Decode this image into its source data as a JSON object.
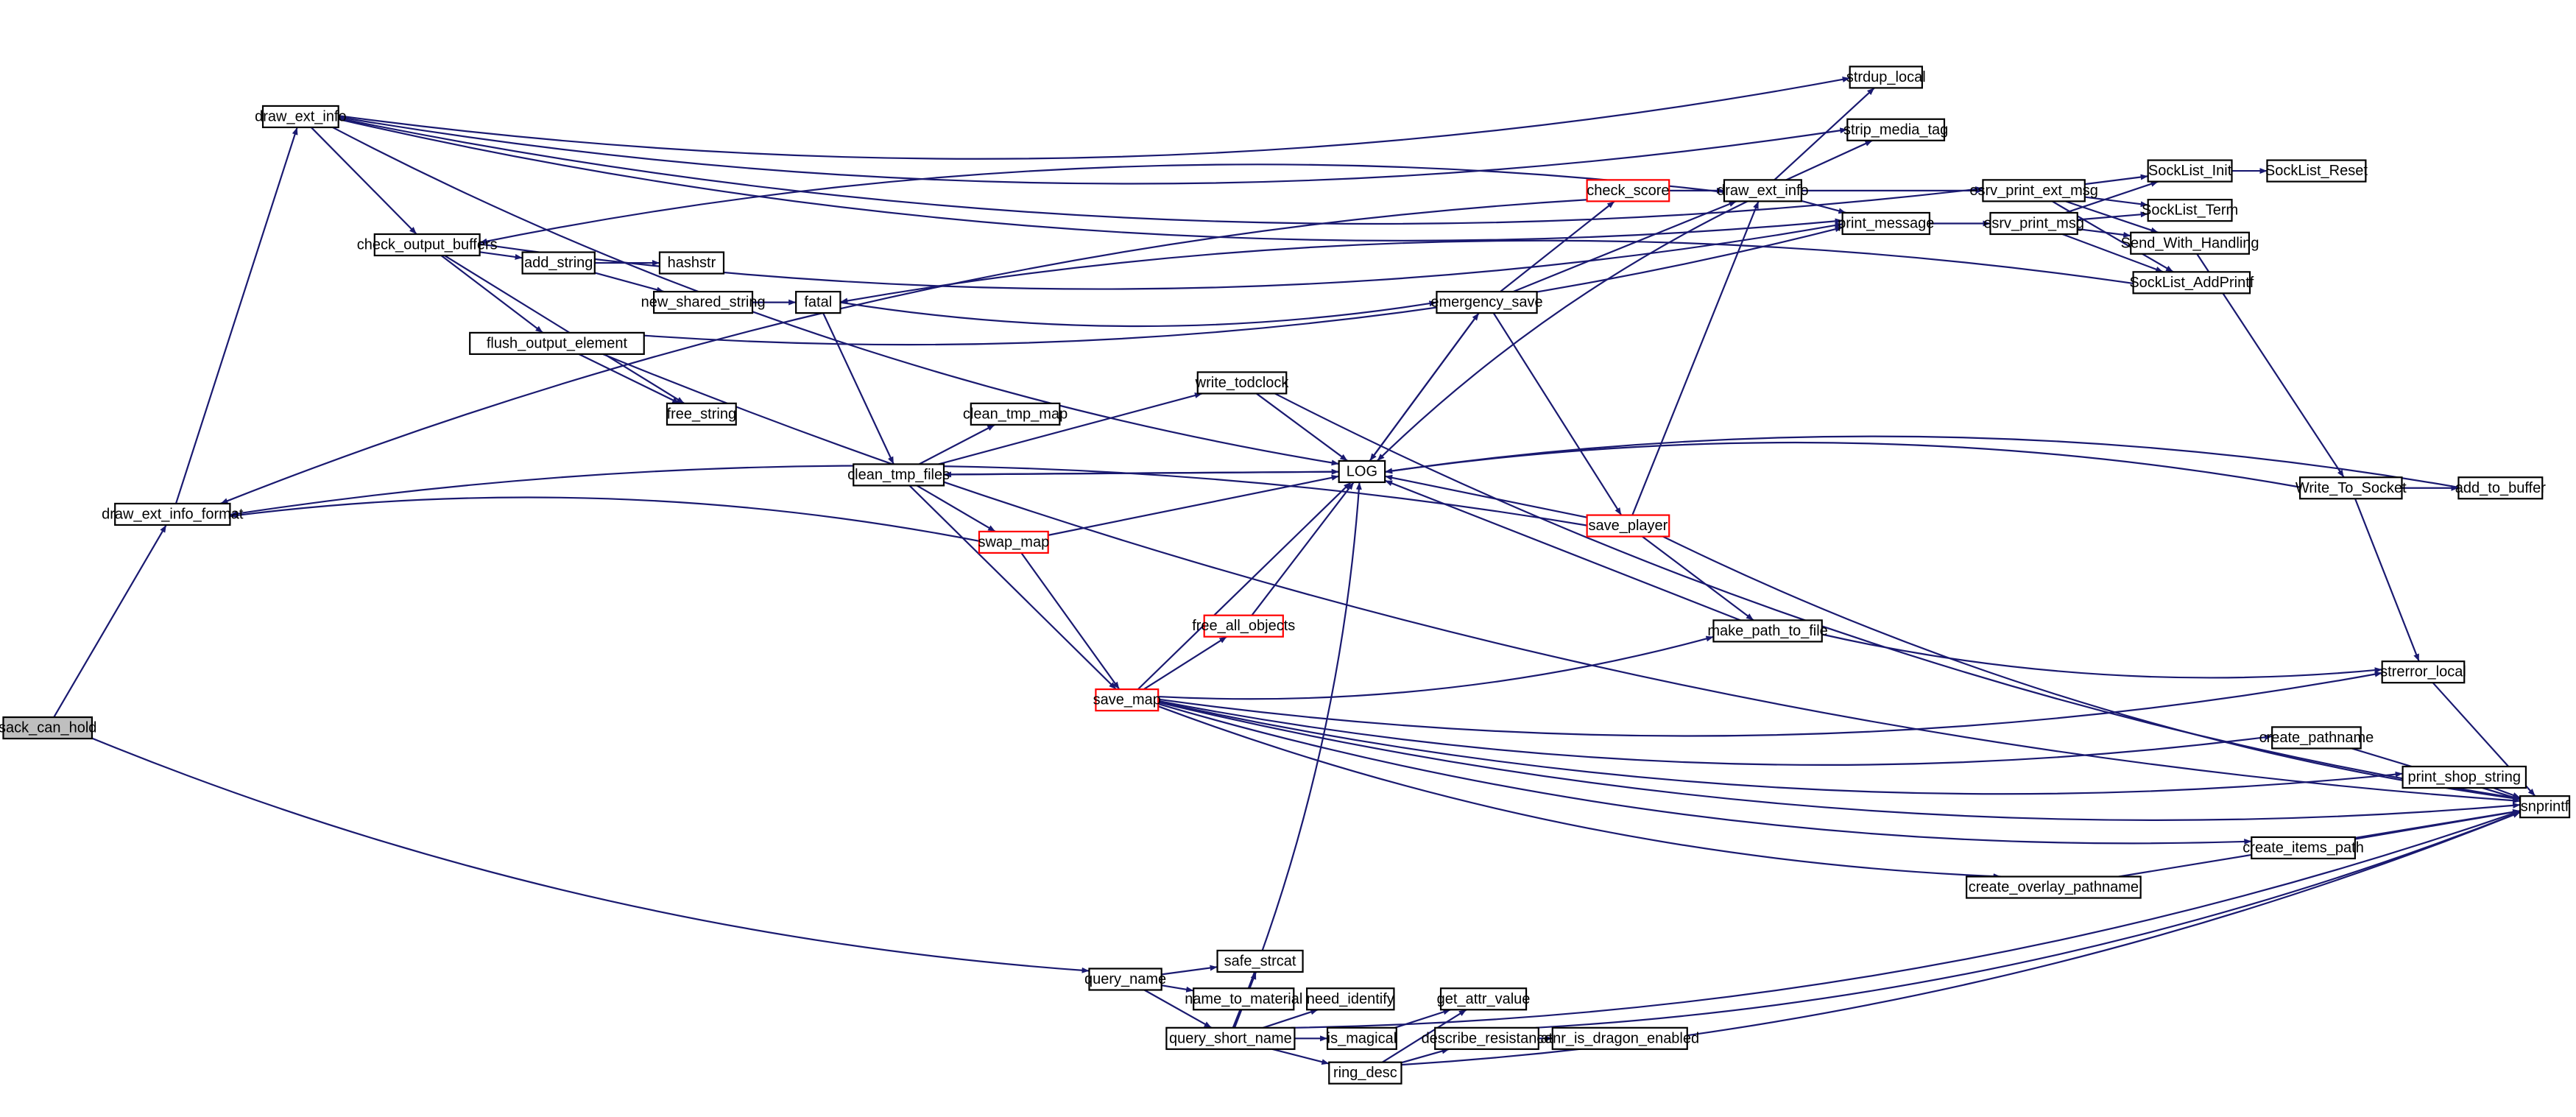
{
  "title": "sack_can_hold call graph",
  "colors": {
    "edge": "#191970",
    "highlight_border": "#ff0000",
    "root_fill": "#bfbfbf"
  },
  "nodes": [
    {
      "id": "sack_can_hold",
      "label": "sack_can_hold",
      "style": "root"
    },
    {
      "id": "draw_ext_info_format",
      "label": "draw_ext_info_format"
    },
    {
      "id": "draw_ext_info1",
      "label": "draw_ext_info"
    },
    {
      "id": "check_output_buffers",
      "label": "check_output_buffers"
    },
    {
      "id": "add_string",
      "label": "add_string"
    },
    {
      "id": "hashstr",
      "label": "hashstr"
    },
    {
      "id": "new_shared_string",
      "label": "new_shared_string"
    },
    {
      "id": "fatal",
      "label": "fatal"
    },
    {
      "id": "flush_output_element",
      "label": "flush_output_element"
    },
    {
      "id": "free_string",
      "label": "free_string"
    },
    {
      "id": "clean_tmp_map",
      "label": "clean_tmp_map"
    },
    {
      "id": "write_todclock",
      "label": "write_todclock"
    },
    {
      "id": "clean_tmp_files",
      "label": "clean_tmp_files"
    },
    {
      "id": "LOG",
      "label": "LOG"
    },
    {
      "id": "swap_map",
      "label": "swap_map",
      "style": "red"
    },
    {
      "id": "save_map",
      "label": "save_map",
      "style": "red"
    },
    {
      "id": "free_all_objects",
      "label": "free_all_objects",
      "style": "red"
    },
    {
      "id": "emergency_save",
      "label": "emergency_save"
    },
    {
      "id": "check_score",
      "label": "check_score",
      "style": "red"
    },
    {
      "id": "draw_ext_info2",
      "label": "draw_ext_info"
    },
    {
      "id": "strdup_local",
      "label": "strdup_local"
    },
    {
      "id": "strip_media_tag",
      "label": "strip_media_tag"
    },
    {
      "id": "print_message",
      "label": "print_message"
    },
    {
      "id": "esrv_print_ext_msg",
      "label": "esrv_print_ext_msg"
    },
    {
      "id": "esrv_print_msg",
      "label": "esrv_print_msg"
    },
    {
      "id": "SockList_Init",
      "label": "SockList_Init"
    },
    {
      "id": "SockList_Reset",
      "label": "SockList_Reset"
    },
    {
      "id": "SockList_Term",
      "label": "SockList_Term"
    },
    {
      "id": "Send_With_Handling",
      "label": "Send_With_Handling"
    },
    {
      "id": "SockList_AddPrintf",
      "label": "SockList_AddPrintf"
    },
    {
      "id": "save_player",
      "label": "save_player",
      "style": "red"
    },
    {
      "id": "Write_To_Socket",
      "label": "Write_To_Socket"
    },
    {
      "id": "add_to_buffer",
      "label": "add_to_buffer"
    },
    {
      "id": "make_path_to_file",
      "label": "make_path_to_file"
    },
    {
      "id": "strerror_local",
      "label": "strerror_local"
    },
    {
      "id": "create_pathname",
      "label": "create_pathname"
    },
    {
      "id": "print_shop_string",
      "label": "print_shop_string"
    },
    {
      "id": "snprintf",
      "label": "snprintf"
    },
    {
      "id": "create_items_path",
      "label": "create_items_path"
    },
    {
      "id": "create_overlay_pathname",
      "label": "create_overlay_pathname"
    },
    {
      "id": "query_name",
      "label": "query_name"
    },
    {
      "id": "safe_strcat",
      "label": "safe_strcat"
    },
    {
      "id": "name_to_material",
      "label": "name_to_material"
    },
    {
      "id": "need_identify",
      "label": "need_identify"
    },
    {
      "id": "query_short_name",
      "label": "query_short_name"
    },
    {
      "id": "get_attr_value",
      "label": "get_attr_value"
    },
    {
      "id": "is_magical",
      "label": "is_magical"
    },
    {
      "id": "describe_resistance",
      "label": "describe_resistance"
    },
    {
      "id": "atnr_is_dragon_enabled",
      "label": "atnr_is_dragon_enabled"
    },
    {
      "id": "ring_desc",
      "label": "ring_desc"
    }
  ],
  "edges": [
    [
      "sack_can_hold",
      "draw_ext_info_format"
    ],
    [
      "sack_can_hold",
      "query_name"
    ],
    [
      "draw_ext_info_format",
      "draw_ext_info1"
    ],
    [
      "draw_ext_info1",
      "check_output_buffers"
    ],
    [
      "draw_ext_info1",
      "strdup_local"
    ],
    [
      "draw_ext_info1",
      "strip_media_tag"
    ],
    [
      "draw_ext_info1",
      "print_message"
    ],
    [
      "draw_ext_info1",
      "esrv_print_ext_msg"
    ],
    [
      "draw_ext_info1",
      "LOG"
    ],
    [
      "check_output_buffers",
      "add_string"
    ],
    [
      "check_output_buffers",
      "flush_output_element"
    ],
    [
      "check_output_buffers",
      "free_string"
    ],
    [
      "check_output_buffers",
      "print_message"
    ],
    [
      "add_string",
      "hashstr"
    ],
    [
      "add_string",
      "new_shared_string"
    ],
    [
      "new_shared_string",
      "fatal"
    ],
    [
      "fatal",
      "clean_tmp_files"
    ],
    [
      "fatal",
      "emergency_save"
    ],
    [
      "flush_output_element",
      "free_string"
    ],
    [
      "flush_output_element",
      "print_message"
    ],
    [
      "flush_output_element",
      "snprintf"
    ],
    [
      "clean_tmp_files",
      "clean_tmp_map"
    ],
    [
      "clean_tmp_files",
      "write_todclock"
    ],
    [
      "clean_tmp_files",
      "LOG"
    ],
    [
      "clean_tmp_files",
      "swap_map"
    ],
    [
      "clean_tmp_files",
      "save_map"
    ],
    [
      "write_todclock",
      "LOG"
    ],
    [
      "write_todclock",
      "snprintf"
    ],
    [
      "swap_map",
      "draw_ext_info_format"
    ],
    [
      "swap_map",
      "LOG"
    ],
    [
      "swap_map",
      "save_map"
    ],
    [
      "save_map",
      "free_all_objects"
    ],
    [
      "save_map",
      "LOG"
    ],
    [
      "save_map",
      "make_path_to_file"
    ],
    [
      "save_map",
      "strerror_local"
    ],
    [
      "save_map",
      "create_pathname"
    ],
    [
      "save_map",
      "print_shop_string"
    ],
    [
      "save_map",
      "snprintf"
    ],
    [
      "save_map",
      "create_items_path"
    ],
    [
      "save_map",
      "create_overlay_pathname"
    ],
    [
      "free_all_objects",
      "LOG"
    ],
    [
      "LOG",
      "clean_tmp_files"
    ],
    [
      "LOG",
      "emergency_save"
    ],
    [
      "emergency_save",
      "check_score"
    ],
    [
      "emergency_save",
      "draw_ext_info2"
    ],
    [
      "emergency_save",
      "LOG"
    ],
    [
      "emergency_save",
      "save_player"
    ],
    [
      "check_score",
      "draw_ext_info_format"
    ],
    [
      "check_score",
      "draw_ext_info2"
    ],
    [
      "draw_ext_info2",
      "check_output_buffers"
    ],
    [
      "draw_ext_info2",
      "strdup_local"
    ],
    [
      "draw_ext_info2",
      "strip_media_tag"
    ],
    [
      "draw_ext_info2",
      "print_message"
    ],
    [
      "draw_ext_info2",
      "esrv_print_ext_msg"
    ],
    [
      "draw_ext_info2",
      "LOG"
    ],
    [
      "print_message",
      "esrv_print_msg"
    ],
    [
      "esrv_print_ext_msg",
      "SockList_Init"
    ],
    [
      "esrv_print_ext_msg",
      "SockList_Term"
    ],
    [
      "esrv_print_ext_msg",
      "Send_With_Handling"
    ],
    [
      "esrv_print_ext_msg",
      "SockList_AddPrintf"
    ],
    [
      "esrv_print_msg",
      "SockList_Init"
    ],
    [
      "esrv_print_msg",
      "SockList_Term"
    ],
    [
      "esrv_print_msg",
      "Send_With_Handling"
    ],
    [
      "esrv_print_msg",
      "SockList_AddPrintf"
    ],
    [
      "SockList_Init",
      "SockList_Reset"
    ],
    [
      "SockList_AddPrintf",
      "fatal"
    ],
    [
      "Send_With_Handling",
      "Write_To_Socket"
    ],
    [
      "Write_To_Socket",
      "LOG"
    ],
    [
      "Write_To_Socket",
      "add_to_buffer"
    ],
    [
      "Write_To_Socket",
      "strerror_local"
    ],
    [
      "add_to_buffer",
      "LOG"
    ],
    [
      "save_player",
      "LOG"
    ],
    [
      "save_player",
      "draw_ext_info2"
    ],
    [
      "save_player",
      "draw_ext_info_format"
    ],
    [
      "save_player",
      "make_path_to_file"
    ],
    [
      "save_player",
      "snprintf"
    ],
    [
      "make_path_to_file",
      "LOG"
    ],
    [
      "make_path_to_file",
      "strerror_local"
    ],
    [
      "strerror_local",
      "snprintf"
    ],
    [
      "create_pathname",
      "snprintf"
    ],
    [
      "print_shop_string",
      "snprintf"
    ],
    [
      "create_items_path",
      "snprintf"
    ],
    [
      "create_overlay_pathname",
      "snprintf"
    ],
    [
      "query_name",
      "safe_strcat"
    ],
    [
      "query_name",
      "name_to_material"
    ],
    [
      "query_name",
      "query_short_name"
    ],
    [
      "query_short_name",
      "safe_strcat"
    ],
    [
      "query_short_name",
      "need_identify"
    ],
    [
      "query_short_name",
      "is_magical"
    ],
    [
      "query_short_name",
      "ring_desc"
    ],
    [
      "query_short_name",
      "LOG"
    ],
    [
      "query_short_name",
      "snprintf"
    ],
    [
      "is_magical",
      "get_attr_value"
    ],
    [
      "ring_desc",
      "get_attr_value"
    ],
    [
      "ring_desc",
      "describe_resistance"
    ],
    [
      "ring_desc",
      "snprintf"
    ],
    [
      "describe_resistance",
      "atnr_is_dragon_enabled"
    ],
    [
      "describe_resistance",
      "snprintf"
    ]
  ]
}
